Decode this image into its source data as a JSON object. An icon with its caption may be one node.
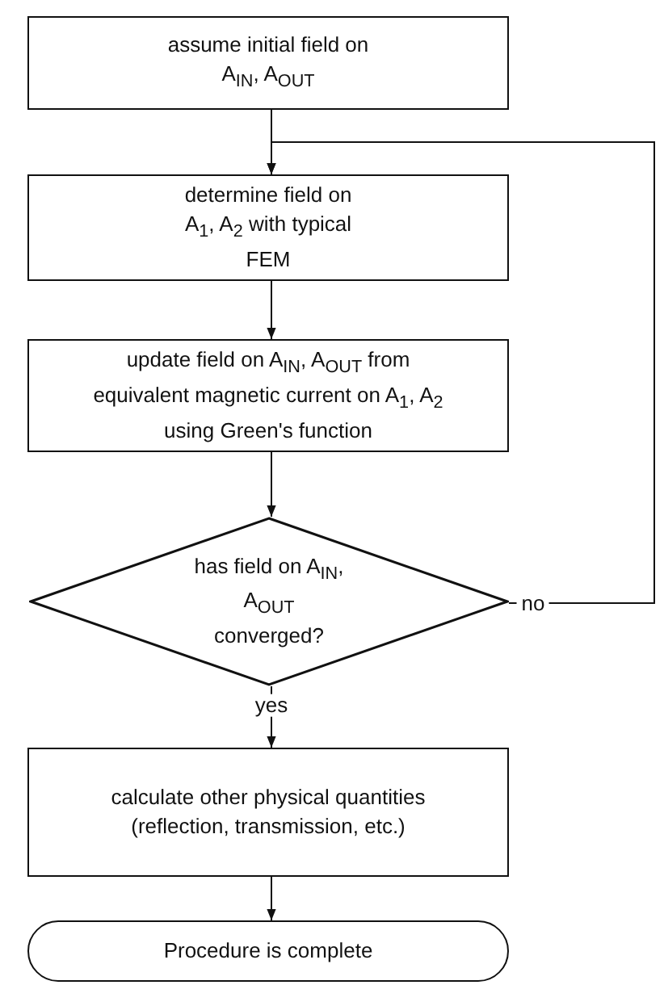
{
  "diagram": {
    "nodes": [
      {
        "text": [
          "assume initial field on A$_{IN}$, A$_{OUT}$"
        ]
      },
      {
        "text": [
          "determine field on A$_{1}$, A$_{2}$ with typical FEM"
        ]
      },
      {
        "text": [
          "update field on A$_{IN}$, A$_{OUT}$ from equivalent magnetic current on A$_{1}$, A$_{2}$ using Green's function"
        ]
      },
      {
        "text": [
          "has field on A$_{IN}$, A$_{OUT}$ converged?"
        ]
      },
      {
        "text": [
          "calculate other physical quantities (reflection, transmission, etc.)"
        ]
      },
      {
        "text": [
          "Procedure is complete"
        ]
      }
    ],
    "edges": [
      {
        "from": 0,
        "to": 1,
        "arrow": "to"
      },
      {
        "from": 1,
        "to": 2,
        "arrow": "to"
      },
      {
        "from": 2,
        "to": 3,
        "arrow": "to"
      },
      {
        "from": 3,
        "to": 4,
        "arrow": "to",
        "label": "yes"
      },
      {
        "from": 4,
        "to": 5,
        "arrow": "to"
      },
      {
        "from": 3,
        "to": 1,
        "arrow": "to",
        "label": "no"
      }
    ]
  }
}
